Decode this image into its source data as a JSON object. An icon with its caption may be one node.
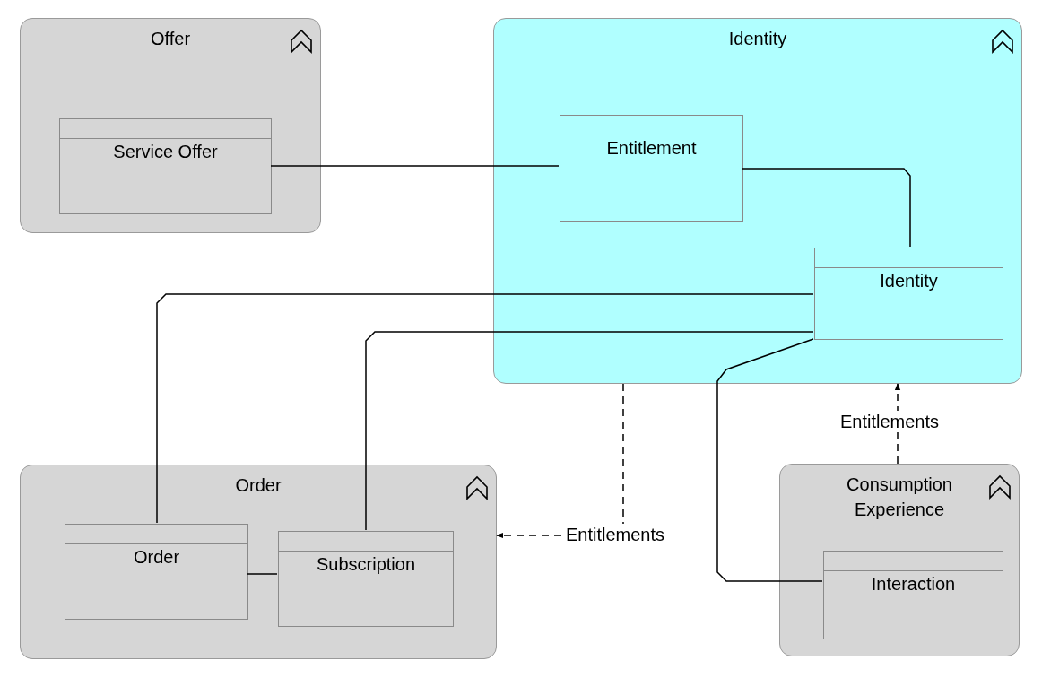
{
  "diagram": {
    "nodes": [
      {
        "text": [
          "Offer"
        ]
      },
      {
        "text": [
          "Service Offer"
        ],
        "in": 0
      },
      {
        "text": [
          "Identity"
        ]
      },
      {
        "text": [
          "Entitlement"
        ],
        "in": 2
      },
      {
        "text": [
          "Identity"
        ],
        "in": 2
      },
      {
        "text": [
          "Order"
        ]
      },
      {
        "text": [
          "Order"
        ],
        "in": 5
      },
      {
        "text": [
          "Subscription"
        ],
        "in": 5
      },
      {
        "text": [
          "Consumption Experience"
        ]
      },
      {
        "text": [
          "Interaction"
        ],
        "in": 8
      }
    ],
    "edges": [
      {
        "from": 1,
        "to": 3,
        "arrow": "none"
      },
      {
        "from": 3,
        "to": 4,
        "arrow": "none"
      },
      {
        "from": 4,
        "to": 6,
        "arrow": "none"
      },
      {
        "from": 4,
        "to": 7,
        "arrow": "none"
      },
      {
        "from": 4,
        "to": 9,
        "arrow": "none"
      },
      {
        "from": 6,
        "to": 7,
        "arrow": "none"
      },
      {
        "from": 2,
        "to": 5,
        "arrow": "to",
        "style": "dashed",
        "label": "Entitlements"
      },
      {
        "from": 8,
        "to": 2,
        "arrow": "to",
        "style": "dashed",
        "label": "Entitlements"
      }
    ]
  }
}
